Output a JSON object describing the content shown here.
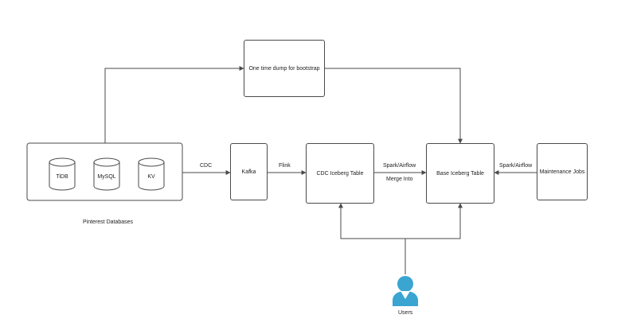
{
  "nodes": {
    "one_time_dump": "One time dump for bootstrap",
    "tidb": "TiDB",
    "mysql": "MySQL",
    "kv": "KV",
    "kafka": "Kafka",
    "cdc_iceberg": "CDC Iceberg Table",
    "base_iceberg": "Base Iceberg Table",
    "maintenance": "Maintenance Jobs"
  },
  "edge_labels": {
    "cdc": "CDC",
    "flink": "Flink",
    "spark_airflow_merge": "Spark/Airflow",
    "merge_into": "Merge Into",
    "spark_airflow_maint": "Spark/Airflow"
  },
  "labels": {
    "pinterest_databases": "Pinterest Databases",
    "users": "Users"
  },
  "colors": {
    "line": "#4a4a4a",
    "user_icon": "#3aa5d1"
  },
  "icons": {
    "users": "person-icon"
  }
}
